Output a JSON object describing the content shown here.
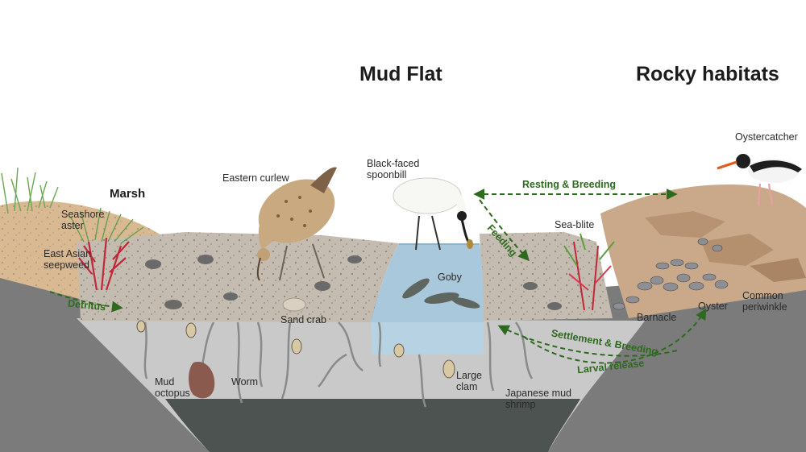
{
  "titles": {
    "mud_flat": "Mud Flat",
    "rocky": "Rocky habitats",
    "marsh": "Marsh"
  },
  "labels": {
    "seashore_aster": "Seashore aster",
    "east_asian_seepweed": "East Asian seepweed",
    "eastern_curlew": "Eastern curlew",
    "black_faced_spoonbill": "Black-faced spoonbill",
    "oystercatcher": "Oystercatcher",
    "sea_blite": "Sea-blite",
    "goby": "Goby",
    "sand_crab": "Sand crab",
    "mud_octopus": "Mud octopus",
    "worm": "Worm",
    "large_clam": "Large clam",
    "japanese_mud_shrimp": "Japanese mud shrimp",
    "barnacle": "Barnacle",
    "oyster": "Oyster",
    "common_periwinkle": "Common periwinkle"
  },
  "flows": {
    "detritus": "Detritus",
    "feeding": "Feeding",
    "resting_breeding": "Resting & Breeding",
    "settlement_breeding": "Settlement & Breeding",
    "larval_release": "Larval release"
  },
  "colors": {
    "flow_arrow": "#2e6a1e",
    "bedrock": "#7b7b7b",
    "deep_mud": "#4d5350",
    "subsurface": "#c9c9c9",
    "mud_surface": "#c4bcb0",
    "water": "#a9c8dc",
    "rock": "#c9a98a",
    "seepweed": "#c0283a",
    "grass": "#6aa84f"
  }
}
